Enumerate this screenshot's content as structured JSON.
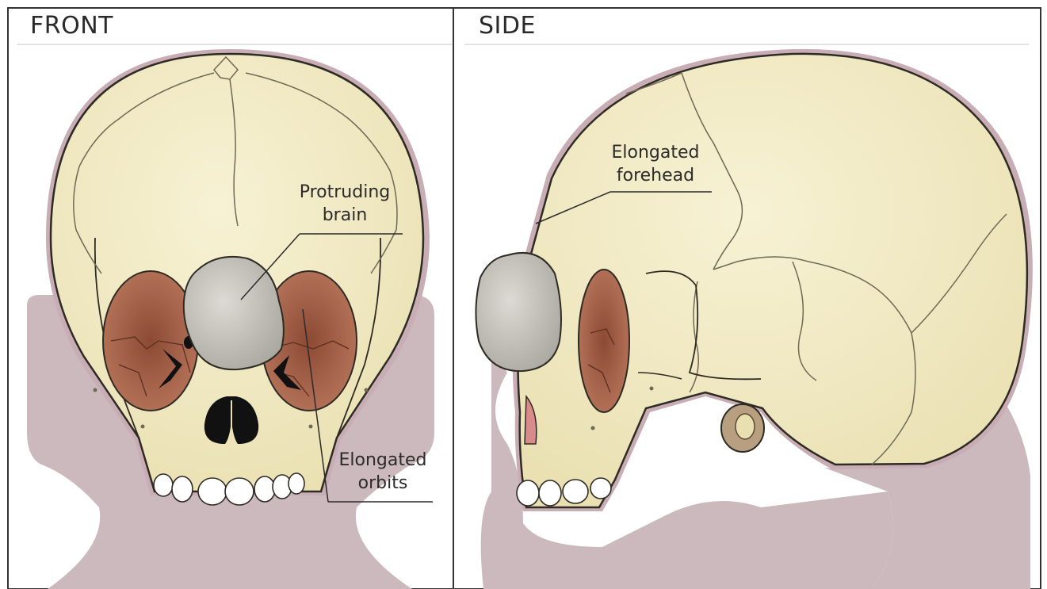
{
  "panels": {
    "front": {
      "title": "FRONT"
    },
    "side": {
      "title": "SIDE"
    }
  },
  "labels": {
    "protruding_brain": {
      "line1": "Protruding",
      "line2": "brain"
    },
    "elongated_orbits": {
      "line1": "Elongated",
      "line2": "orbits"
    },
    "elongated_forehead": {
      "line1": "Elongated",
      "line2": "forehead"
    }
  },
  "colors": {
    "skull": "#f3ecc6",
    "skull_outline": "#2e2a24",
    "suture": "#6e6a55",
    "silhouette": "#cbb9be",
    "orbit": "#a5624a",
    "brain": "#c9c6be",
    "border": "#333333"
  }
}
